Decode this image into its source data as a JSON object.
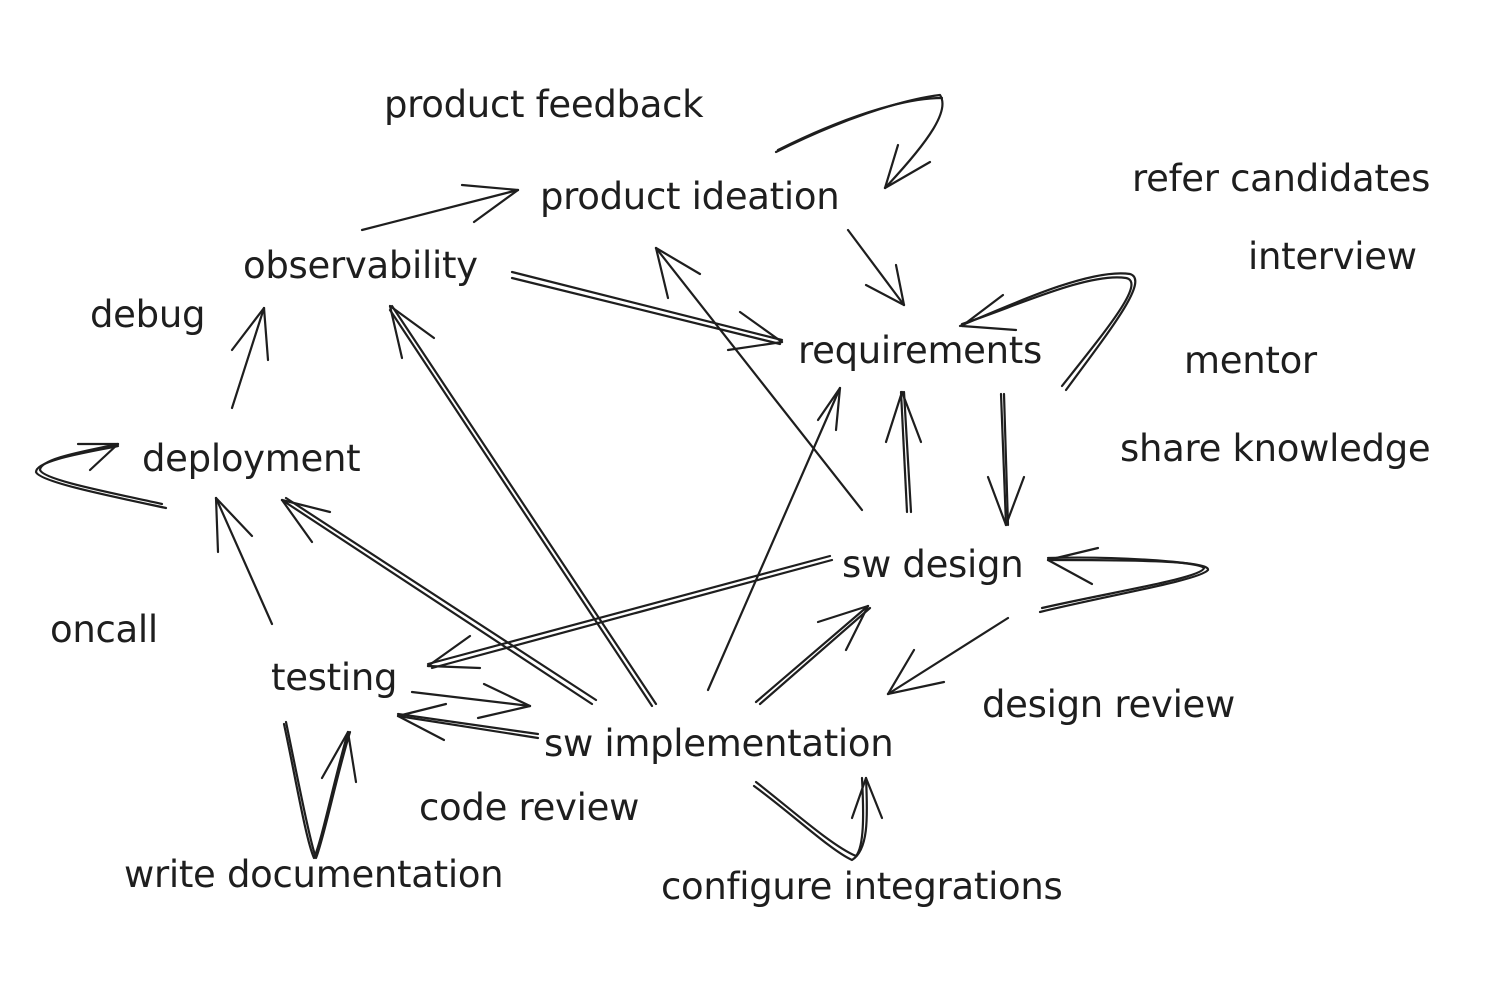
{
  "diagram": {
    "nodes": [
      {
        "id": "product-feedback",
        "label": "product feedback"
      },
      {
        "id": "product-ideation",
        "label": "product ideation"
      },
      {
        "id": "refer-candidates",
        "label": "refer candidates"
      },
      {
        "id": "observability",
        "label": "observability"
      },
      {
        "id": "interview",
        "label": "interview"
      },
      {
        "id": "debug",
        "label": "debug"
      },
      {
        "id": "requirements",
        "label": "requirements"
      },
      {
        "id": "mentor",
        "label": "mentor"
      },
      {
        "id": "deployment",
        "label": "deployment"
      },
      {
        "id": "share-knowledge",
        "label": "share knowledge"
      },
      {
        "id": "sw-design",
        "label": "sw design"
      },
      {
        "id": "oncall",
        "label": "oncall"
      },
      {
        "id": "testing",
        "label": "testing"
      },
      {
        "id": "design-review",
        "label": "design review"
      },
      {
        "id": "sw-implementation",
        "label": "sw implementation"
      },
      {
        "id": "code-review",
        "label": "code review"
      },
      {
        "id": "write-documentation",
        "label": "write documentation"
      },
      {
        "id": "configure-integrations",
        "label": "configure integrations"
      }
    ],
    "edges": [
      {
        "from": "product-ideation",
        "to": "product-ideation"
      },
      {
        "from": "product-ideation",
        "to": "requirements"
      },
      {
        "from": "observability",
        "to": "product-ideation"
      },
      {
        "from": "observability",
        "to": "requirements"
      },
      {
        "from": "requirements",
        "to": "requirements"
      },
      {
        "from": "requirements",
        "to": "sw-design"
      },
      {
        "from": "sw-design",
        "to": "requirements"
      },
      {
        "from": "sw-design",
        "to": "product-ideation"
      },
      {
        "from": "sw-design",
        "to": "sw-design"
      },
      {
        "from": "sw-design",
        "to": "sw-implementation"
      },
      {
        "from": "sw-design",
        "to": "testing"
      },
      {
        "from": "deployment",
        "to": "observability"
      },
      {
        "from": "deployment",
        "to": "deployment"
      },
      {
        "from": "testing",
        "to": "deployment"
      },
      {
        "from": "testing",
        "to": "sw-implementation"
      },
      {
        "from": "testing",
        "to": "testing"
      },
      {
        "from": "sw-implementation",
        "to": "testing"
      },
      {
        "from": "sw-implementation",
        "to": "deployment"
      },
      {
        "from": "sw-implementation",
        "to": "observability"
      },
      {
        "from": "sw-implementation",
        "to": "requirements"
      },
      {
        "from": "sw-implementation",
        "to": "sw-design"
      },
      {
        "from": "sw-implementation",
        "to": "sw-implementation"
      }
    ]
  },
  "colors": {
    "background": "#ffffff",
    "ink": "#1e1e1e"
  }
}
